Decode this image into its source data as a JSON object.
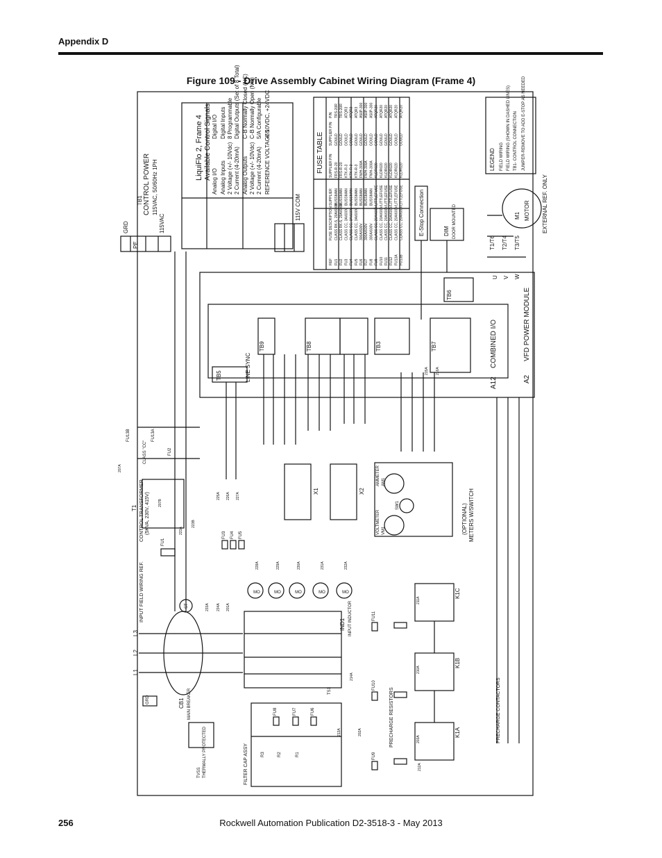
{
  "header": {
    "section": "Appendix D"
  },
  "figure": {
    "title": "Figure 109 - Drive Assembly Cabinet Wiring Diagram (Frame 4)"
  },
  "footer": {
    "page": "256",
    "publication": "Rockwell Automation Publication D2-3518-3 - May 2013"
  },
  "control_signals": {
    "title": "LiquiFlo 2, Frame 4",
    "subtitle": "Available Control Signals",
    "headers": [
      "Analog I/O",
      "Digital I/O"
    ],
    "rows": [
      [
        "Analog Inputs",
        "Digital Inputs"
      ],
      [
        "2 Voltage (+/- 10Vdc)",
        "8 Programmable"
      ],
      [
        "2 Current (4-20mA)",
        "Digital Outputs (Set of 8 Total)"
      ],
      [
        "Analog Outputs",
        "C-B Normally Closed (NC)"
      ],
      [
        "2 Voltage (+/- 10Vdc)",
        "C-B Normally Open (NO)"
      ],
      [
        "2 Current (4-20mA)",
        "5/A Configurable"
      ],
      [
        "REFERENCE VOLTAGES",
        "+/-10VDC, +24VDC"
      ]
    ]
  },
  "fuse_table": {
    "title": "FUSE TABLE",
    "headers": [
      "REF",
      "FUSE DESCRIPTION",
      "SUPPLIER",
      "SUPPLIER P/N",
      "SUPPLIER P/N",
      "P/N"
    ],
    "rows": [
      [
        "FU1",
        "CLASS RK-5, 20A/600V",
        "BUSSMAN",
        "FRS-R-20",
        "GOULD",
        "TRS-20R"
      ],
      [
        "FU2",
        "CLASS RK-5, 20A/600V",
        "BUSSMAN",
        "FRS-R-20",
        "GOULD",
        "TRS-20R"
      ],
      [
        "FU3",
        "CLASS CC, 3A/600V",
        "BUSSMAN",
        "KTK-R-3",
        "GOULD",
        "ATQR3"
      ],
      [
        "FU4",
        "CLASS CC, 3A/600V",
        "BUSSMAN",
        "KTK-R-3",
        "GOULD",
        "ATQR3"
      ],
      [
        "FU5",
        "CLASS CC, 3A/600V",
        "BUSSMAN",
        "KTK-R-3",
        "GOULD",
        "ATQR3"
      ],
      [
        "FU6",
        "300A/600V",
        "BUSSMAN",
        "FWH-300A",
        "GOULD",
        "A50P-300"
      ],
      [
        "FU7",
        "300A/600V",
        "BUSSMAN",
        "FWH-300A",
        "GOULD",
        "A50P-300"
      ],
      [
        "FU8",
        "300A/600V",
        "BUSSMAN",
        "FWH-300A",
        "GOULD",
        "A50P-300"
      ],
      [
        "FU9",
        "CLASS CC, 20A/600V",
        "LITTLEFUSE",
        "KLDR020",
        "GOULD",
        "ATQR20"
      ],
      [
        "FU10",
        "CLASS CC, 20A/600V",
        "LITTLEFUSE",
        "KLDR020",
        "GOULD",
        "ATQR20"
      ],
      [
        "FU11",
        "CLASS CC, 20A/600V",
        "LITTLEFUSE",
        "KLDR020",
        "GOULD",
        "ATQR20"
      ],
      [
        "FU12",
        "CLASS CC, 20A/600V",
        "LITTLEFUSE",
        "KLDR020",
        "GOULD",
        "ATQR20"
      ],
      [
        "FU13A",
        "CLASS CC, 20A/600V",
        "LITTLEFUSE",
        "KLDR020",
        "GOULD",
        "ATQR20"
      ],
      [
        "FU13B",
        "CLASS CC, 20A/600V",
        "LITTLEFUSE",
        "KLDR020",
        "GOULD",
        "ATQR20"
      ]
    ]
  },
  "labels": {
    "control_power": "CONTROL POWER",
    "control_power_spec": "115VAC, 50/60Hz 1PH",
    "tb1": "TB1",
    "grd": "GRD",
    "pe": "PE",
    "v115": "115VAC",
    "v115com": "115V COM",
    "estop": "E-Stop Connection",
    "dim": "DIM",
    "dim_sub": "DOOR MOUNTED",
    "a2": "A2",
    "vfd": "VFD POWER MODULE",
    "a12": "A12",
    "combined_io": "COMBINED I/O",
    "line_sync": "LINE SYNC",
    "tb5": "TB5",
    "tb6": "TB6",
    "tb7": "TB7",
    "tb8": "TB8",
    "tb9": "TB9",
    "tb3": "TB3",
    "motor": "MOTOR",
    "m1": "M1",
    "external_ref": "EXTERNAL REF. ONLY",
    "legend": "LEGEND",
    "legend_items": [
      "FIELD WIRING",
      "FIELD WIRING (SHOWN IN DASHED LINES)",
      "TB1- CONTROL CONNECTION",
      "JUMPER-REMOVE TO ADD E-STOP AS NEEDED"
    ],
    "u": "U",
    "v": "V",
    "w": "W",
    "t1t6": "T1/T6",
    "t2t4": "T2/T4",
    "t3t5": "T3/T5",
    "x1": "X1",
    "x2": "X2",
    "t1": "T1",
    "control_transformer": "CONTROL TRANSFORMER",
    "ct_spec": "(5KVA, 230V, 415V)",
    "meters": "METERS W/SWITCH",
    "optional": "(OPTIONAL)",
    "ammeter": "AMMETER",
    "am1": "AM1",
    "voltmeter": "VOLTMETER",
    "vm1": "VM1",
    "sw1": "SW1",
    "ind1": "IND1",
    "input_inductor": "INPUT INDUCTOR",
    "k1a": "K1A",
    "k1b": "K1B",
    "k1c": "K1C",
    "precharge_contactors": "PRECHARGE CONTACTORS",
    "precharge_resistors": "PRECHARGE RESISTORS",
    "cb1": "CB1",
    "main_breaker": "MAIN BREAKER",
    "input_field": "INPUT FIELD WIRING REF.",
    "tvss": "TVSS",
    "thermally_protected": "THERMALLY PROTECTED",
    "filter_cap": "FILTER CAP ASSY",
    "l1": "L1",
    "l2": "L2",
    "l3": "L3",
    "st": "ST",
    "fu1": "FU1",
    "fu2": "FU2",
    "fu3": "FU3",
    "fu4": "FU4",
    "fu5": "FU5",
    "fu6": "FU6",
    "fu7": "FU7",
    "fu8": "FU8",
    "fu9": "FU9",
    "fu10": "FU10",
    "fu11": "FU11",
    "fu12": "FU12",
    "fu13a": "FU13A",
    "fu13b": "FU13B",
    "r1": "R1",
    "r2": "R2",
    "r3": "R3",
    "mo": "MO",
    "mo2": "MO",
    "mo3": "MO",
    "mo4": "MO",
    "mo5": "MO",
    "class_cc": "CLASS \"CC\"",
    "ts1": "TS1",
    "wire_numbers": [
      "207A",
      "207B",
      "223A",
      "223B",
      "225A",
      "226A",
      "227A",
      "228A",
      "229A",
      "230A",
      "231A",
      "232A",
      "233A",
      "234A",
      "201A",
      "202A",
      "203A",
      "210A",
      "211A",
      "212A",
      "213A",
      "214A",
      "215A",
      "216A"
    ]
  }
}
